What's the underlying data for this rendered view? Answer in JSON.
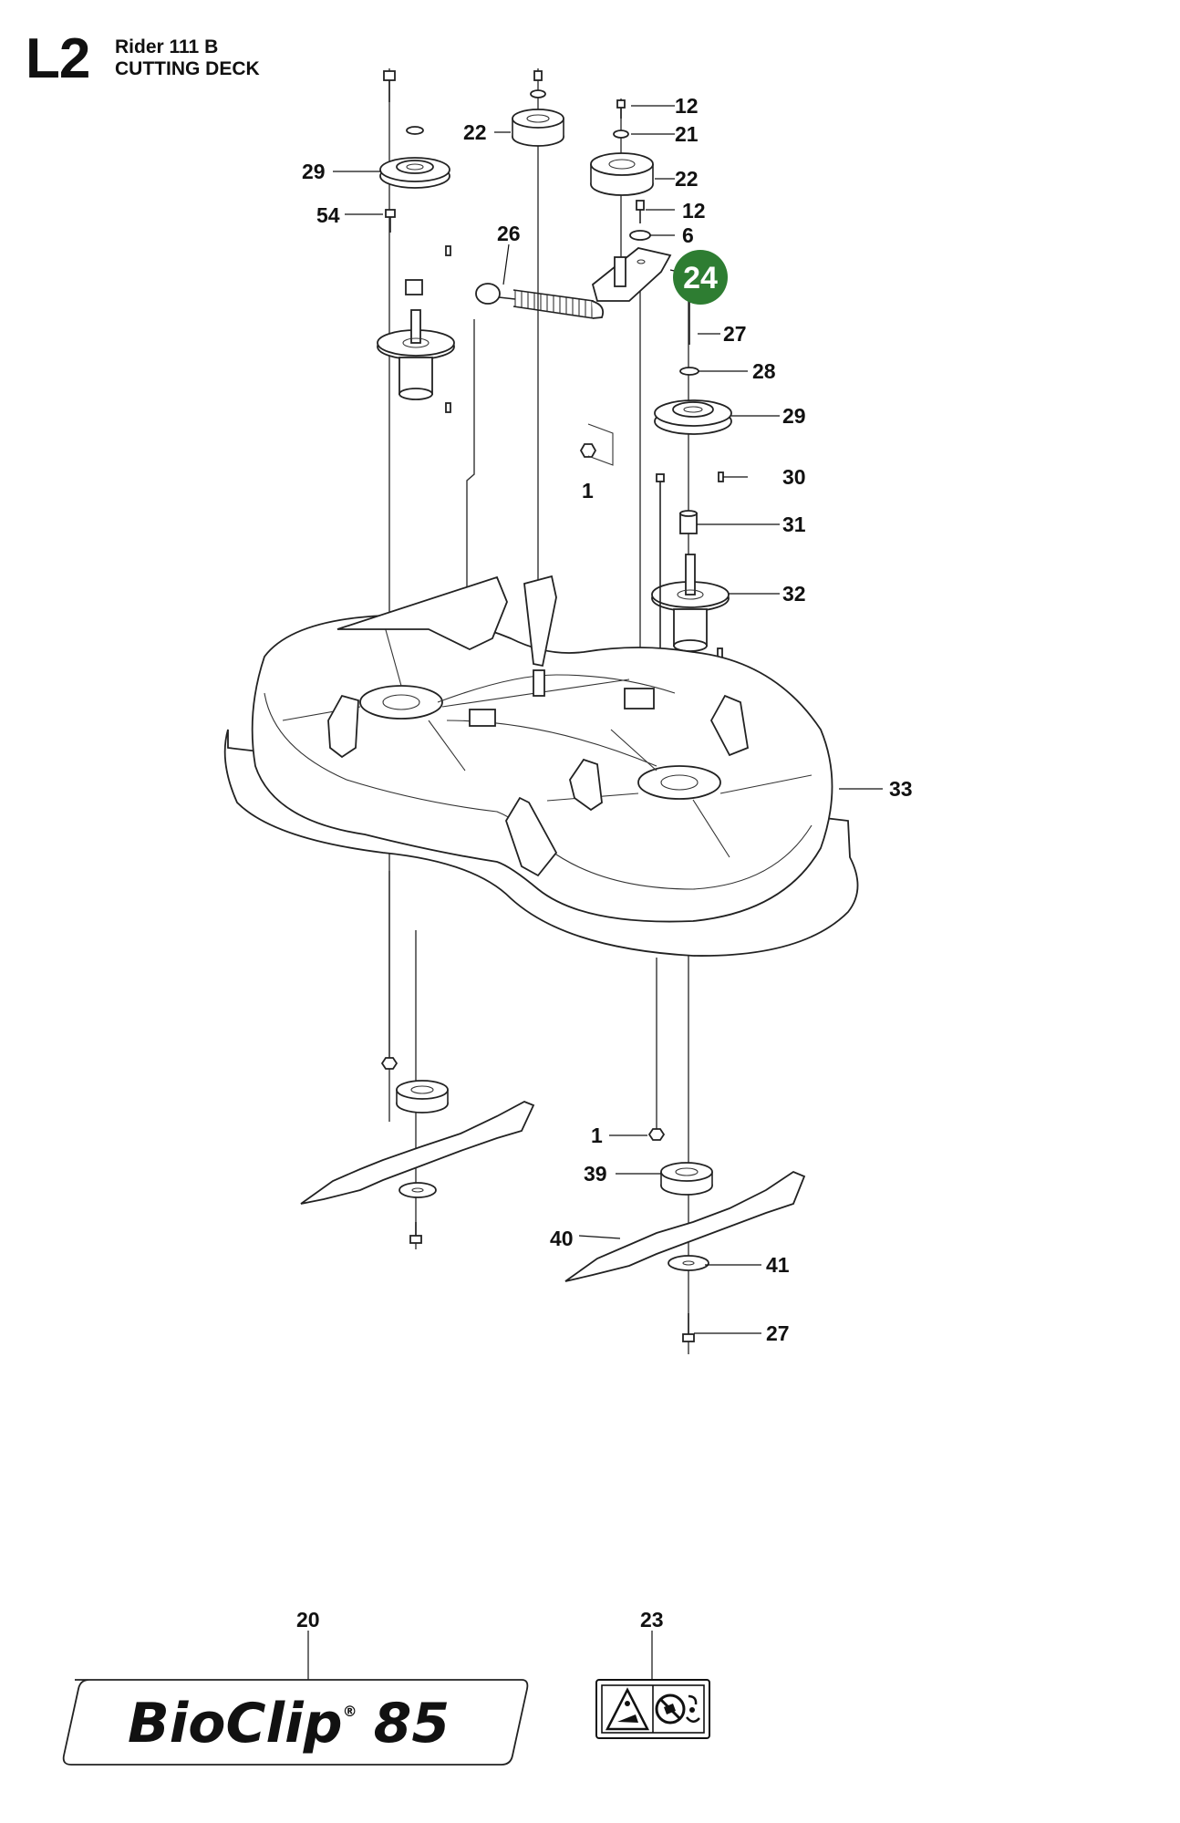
{
  "header": {
    "page_code": "L2",
    "model": "Rider 111 B",
    "section": "CUTTING DECK"
  },
  "callouts": {
    "c12a": "12",
    "c21": "21",
    "c22a": "22",
    "c22b": "22",
    "c29a": "29",
    "c54": "54",
    "c12b": "12",
    "c6": "6",
    "c26": "26",
    "c24": "24",
    "c27a": "27",
    "c28": "28",
    "c29b": "29",
    "c1a": "1",
    "c30": "30",
    "c31": "31",
    "c32": "32",
    "c33": "33",
    "c1b": "1",
    "c39": "39",
    "c40": "40",
    "c41": "41",
    "c27b": "27",
    "c20": "20",
    "c23": "23"
  },
  "highlight": {
    "part": "24",
    "color": "#2e7d32"
  },
  "decal": {
    "brand": "BioClip",
    "reg_mark": "®",
    "number": "85"
  }
}
